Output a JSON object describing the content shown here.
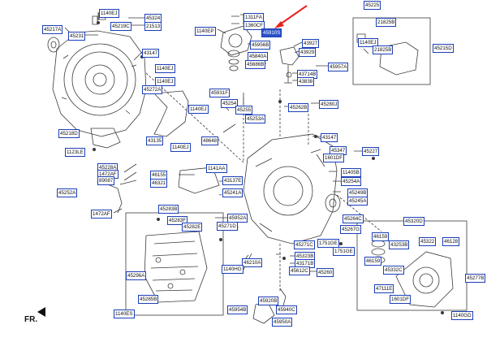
{
  "colors": {
    "label_border": "#1a3fb8",
    "line": "#3a3a3a",
    "highlight": "#2a52c9",
    "arrow": "#e8231f"
  },
  "orientation_label": "FR.",
  "icons": {
    "orientation": "front-arrow-icon",
    "pointer": "red-pointer-arrow-icon"
  },
  "labels": [
    {
      "id": "l01",
      "text": "1140EJ"
    },
    {
      "id": "l02",
      "text": "45324"
    },
    {
      "id": "l03",
      "text": "45219C"
    },
    {
      "id": "l04",
      "text": "21513"
    },
    {
      "id": "l05",
      "text": "45217A"
    },
    {
      "id": "l06",
      "text": "45231"
    },
    {
      "id": "l07",
      "text": "43147"
    },
    {
      "id": "l08",
      "text": "1140EJ"
    },
    {
      "id": "l09",
      "text": "45272A"
    },
    {
      "id": "l10",
      "text": "1140EJ"
    },
    {
      "id": "l11",
      "text": "43135"
    },
    {
      "id": "l12",
      "text": "1140EJ"
    },
    {
      "id": "l13",
      "text": "45218D"
    },
    {
      "id": "l14",
      "text": "1123LE"
    },
    {
      "id": "l15",
      "text": "1311FA"
    },
    {
      "id": "l16",
      "text": "1360CF"
    },
    {
      "id": "l17",
      "text": "1140EP"
    },
    {
      "id": "l18",
      "text": "45910S"
    },
    {
      "id": "l19",
      "text": "45956B"
    },
    {
      "id": "l20",
      "text": "45840A"
    },
    {
      "id": "l21",
      "text": "45686B"
    },
    {
      "id": "l22",
      "text": "43927"
    },
    {
      "id": "l23",
      "text": "43929"
    },
    {
      "id": "l24",
      "text": "45957A"
    },
    {
      "id": "l25",
      "text": "43714B"
    },
    {
      "id": "l26",
      "text": "43838"
    },
    {
      "id": "l27",
      "text": "45225"
    },
    {
      "id": "l28",
      "text": "21825B"
    },
    {
      "id": "l29",
      "text": "1140EJ"
    },
    {
      "id": "l30",
      "text": "45215D"
    },
    {
      "id": "l31",
      "text": "21825B"
    },
    {
      "id": "l32",
      "text": "45931F"
    },
    {
      "id": "l33",
      "text": "45254"
    },
    {
      "id": "l34",
      "text": "1140EJ"
    },
    {
      "id": "l35",
      "text": "45255"
    },
    {
      "id": "l36",
      "text": "45253A"
    },
    {
      "id": "l37",
      "text": "48648"
    },
    {
      "id": "l38",
      "text": "45262B"
    },
    {
      "id": "l39",
      "text": "45280J"
    },
    {
      "id": "l40",
      "text": "43147"
    },
    {
      "id": "l41",
      "text": "45347"
    },
    {
      "id": "l42",
      "text": "1601DF"
    },
    {
      "id": "l43",
      "text": "45227"
    },
    {
      "id": "l44",
      "text": "45228A"
    },
    {
      "id": "l45",
      "text": "1472AF"
    },
    {
      "id": "l46",
      "text": "89087"
    },
    {
      "id": "l47",
      "text": "45252A"
    },
    {
      "id": "l48",
      "text": "1472AF"
    },
    {
      "id": "l49",
      "text": "46155"
    },
    {
      "id": "l50",
      "text": "46321"
    },
    {
      "id": "l51",
      "text": "1141AA"
    },
    {
      "id": "l52",
      "text": "43137E"
    },
    {
      "id": "l53",
      "text": "45241A"
    },
    {
      "id": "l54",
      "text": "11405B"
    },
    {
      "id": "l55",
      "text": "45254A"
    },
    {
      "id": "l56",
      "text": "45249B"
    },
    {
      "id": "l57",
      "text": "45245A"
    },
    {
      "id": "l58",
      "text": "45283B"
    },
    {
      "id": "l59",
      "text": "45283F"
    },
    {
      "id": "l60",
      "text": "45282E"
    },
    {
      "id": "l61",
      "text": "45952A"
    },
    {
      "id": "l62",
      "text": "45271D"
    },
    {
      "id": "l63",
      "text": "45264C"
    },
    {
      "id": "l64",
      "text": "45267G"
    },
    {
      "id": "l65",
      "text": "45271C"
    },
    {
      "id": "l66",
      "text": "1751GE"
    },
    {
      "id": "l67",
      "text": "1751GE"
    },
    {
      "id": "l68",
      "text": "45323B"
    },
    {
      "id": "l69",
      "text": "43171B"
    },
    {
      "id": "l70",
      "text": "46210A"
    },
    {
      "id": "l71",
      "text": "45612C"
    },
    {
      "id": "l72",
      "text": "45260"
    },
    {
      "id": "l73",
      "text": "1140HG"
    },
    {
      "id": "l74",
      "text": "45296A"
    },
    {
      "id": "l75",
      "text": "45285B"
    },
    {
      "id": "l76",
      "text": "45920B"
    },
    {
      "id": "l77",
      "text": "45940C"
    },
    {
      "id": "l78",
      "text": "45954B"
    },
    {
      "id": "l79",
      "text": "45950A"
    },
    {
      "id": "l80",
      "text": "1140ES"
    },
    {
      "id": "l81",
      "text": "45320D"
    },
    {
      "id": "l82",
      "text": "46159"
    },
    {
      "id": "l83",
      "text": "45322"
    },
    {
      "id": "l84",
      "text": "43253B"
    },
    {
      "id": "l85",
      "text": "46128"
    },
    {
      "id": "l86",
      "text": "46159"
    },
    {
      "id": "l87",
      "text": "45332C"
    },
    {
      "id": "l88",
      "text": "45277B"
    },
    {
      "id": "l89",
      "text": "47111E"
    },
    {
      "id": "l90",
      "text": "1601DF"
    },
    {
      "id": "l91",
      "text": "1140GD"
    }
  ]
}
